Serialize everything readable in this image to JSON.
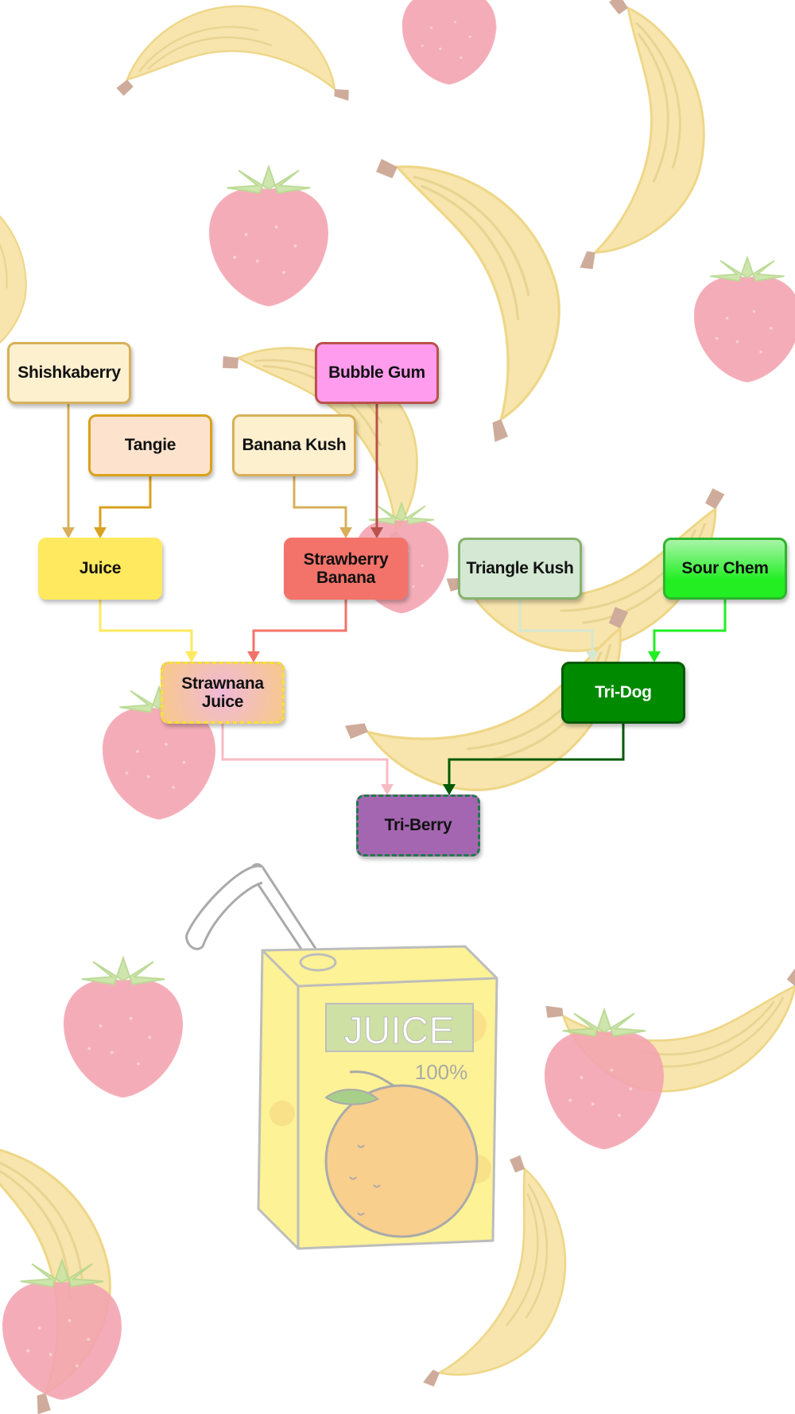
{
  "diagram": {
    "nodes": {
      "shishkaberry": {
        "label": "Shishkaberry",
        "fill": "#fdf0cf",
        "border": "#d8b05a"
      },
      "tangie": {
        "label": "Tangie",
        "fill": "#fde3cd",
        "border": "#d9a21e"
      },
      "banana_kush": {
        "label": "Banana Kush",
        "fill": "#fdf0cf",
        "border": "#d8b05a"
      },
      "bubble_gum": {
        "label": "Bubble Gum",
        "fill": "#ff9cee",
        "border": "#b9524b"
      },
      "juice": {
        "label": "Juice",
        "fill": "#ffe95e",
        "border": "#ffe95e"
      },
      "strawberry_banana": {
        "label": "Strawberry\nBanana",
        "fill": "#f3736a",
        "border": "#f3736a"
      },
      "triangle_kush": {
        "label": "Triangle Kush",
        "fill": "#d4e8d3",
        "border": "#86b36c"
      },
      "sour_chem": {
        "label": "Sour Chem",
        "fill": "#22ee22",
        "border": "#2db52d"
      },
      "strawnana_juice": {
        "label": "Strawnana\nJuice",
        "fill": "#f7bbc4",
        "border": "#e01818"
      },
      "tri_dog": {
        "label": "Tri-Dog",
        "fill": "#008a00",
        "border": "#005a00",
        "text_color": "#ffffff"
      },
      "tri_berry": {
        "label": "Tri-Berry",
        "fill": "#a466b1",
        "border": "#1f7a4a"
      }
    },
    "edges": [
      {
        "from": "Shishkaberry",
        "to": "Juice",
        "color": "#d8b05a"
      },
      {
        "from": "Tangie",
        "to": "Juice",
        "color": "#d9a21e"
      },
      {
        "from": "Banana Kush",
        "to": "Strawberry Banana",
        "color": "#d8b05a"
      },
      {
        "from": "Bubble Gum",
        "to": "Strawberry Banana",
        "color": "#b9524b"
      },
      {
        "from": "Juice",
        "to": "Strawnana Juice",
        "color": "#ffe95e"
      },
      {
        "from": "Strawberry Banana",
        "to": "Strawnana Juice",
        "color": "#f3736a"
      },
      {
        "from": "Triangle Kush",
        "to": "Tri-Dog",
        "color": "#d4e8d3"
      },
      {
        "from": "Sour Chem",
        "to": "Tri-Dog",
        "color": "#22ee22"
      },
      {
        "from": "Strawnana Juice",
        "to": "Tri-Berry",
        "color": "#f7bbc4"
      },
      {
        "from": "Tri-Dog",
        "to": "Tri-Berry",
        "color": "#005a00"
      }
    ]
  },
  "background": {
    "juice_box": {
      "label": "JUICE",
      "percent": "100%"
    },
    "decorations": [
      "banana-illustration",
      "strawberry-illustration",
      "juice-box-illustration"
    ]
  }
}
